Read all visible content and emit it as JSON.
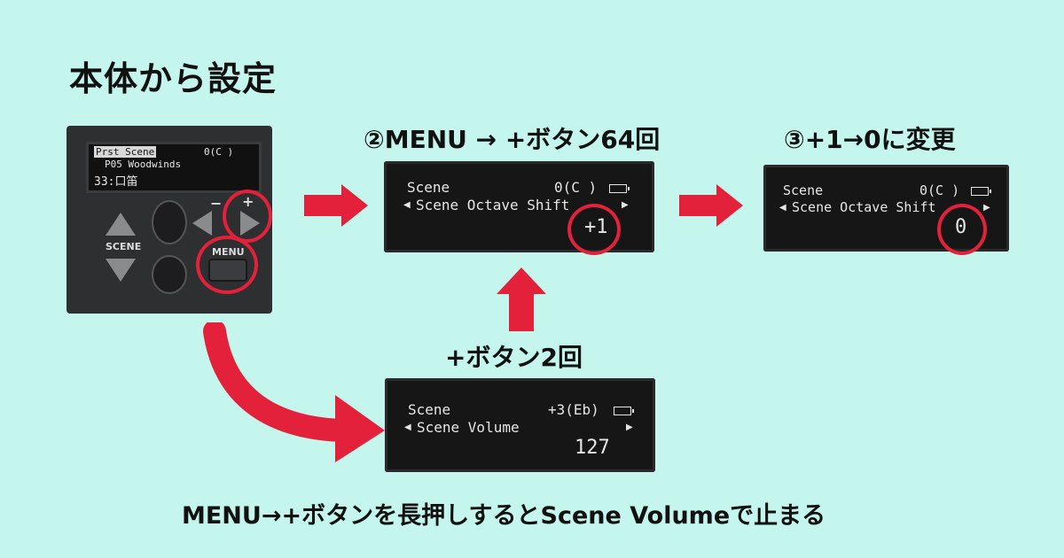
{
  "title": "本体から設定",
  "step2_label": "②MENU → +ボタン64回",
  "step3_label": "③+1→0に変更",
  "mid_label": "+ボタン2回",
  "footer_note": "MENU→+ボタンを長押しするとScene Volumeで止まる",
  "device": {
    "screen_line1": "Prst Scene",
    "screen_line1_right": "0(C )",
    "screen_line2": "P05 Woodwinds",
    "screen_line3": "33:口笛",
    "scene_label": "SCENE",
    "menu_label": "MENU",
    "minus_label": "−",
    "plus_label": "+"
  },
  "lcd_step2": {
    "line1_left": "Scene",
    "line1_right": "0(C )",
    "line2": "Scene Octave Shift",
    "value": "+1"
  },
  "lcd_step3": {
    "line1_left": "Scene",
    "line1_right": "0(C )",
    "line2": "Scene Octave Shift",
    "value": "0"
  },
  "lcd_volume": {
    "line1_left": "Scene",
    "line1_right": "+3(Eb)",
    "line2": "Scene Volume",
    "value": "127"
  },
  "colors": {
    "background": "#c4f6ee",
    "accent_red": "#e3213a",
    "lcd": "#161616"
  },
  "icons": [
    "arrow-right-icon",
    "arrow-up-icon",
    "curved-arrow-icon",
    "battery-icon"
  ]
}
